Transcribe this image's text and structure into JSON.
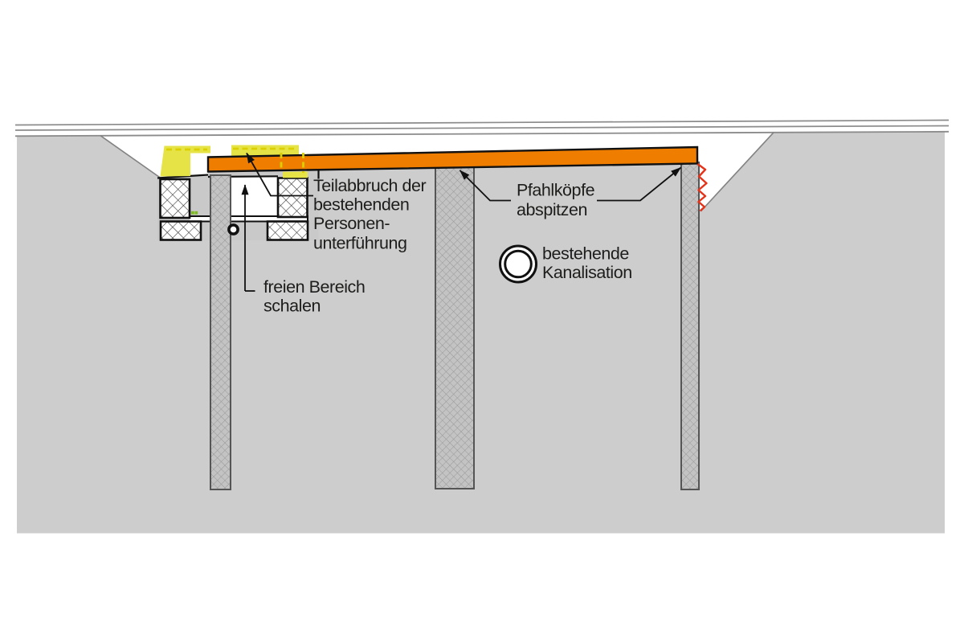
{
  "labels": {
    "teilabbruch": {
      "lines": [
        "Teilabbruch der",
        "bestehenden",
        "Personen-",
        "unterführung"
      ]
    },
    "freier_bereich": {
      "lines": [
        "freien Bereich",
        "schalen"
      ]
    },
    "pfahlkoepfe": {
      "lines": [
        "Pfahlköpfe",
        "abspitzen"
      ]
    },
    "kanalisation": {
      "lines": [
        "bestehende",
        "Kanalisation"
      ]
    }
  },
  "colors": {
    "orange": "#ee7d00",
    "yellow": "#e6e346",
    "ydash": "#dccf00",
    "red": "#e5331a",
    "green": "#7fb928",
    "terrain": "#cdcdcd",
    "structure": "#c9c9c9",
    "pilefill": "#c3c3c3",
    "pilehatch": "#989898",
    "pilestroke": "#555555",
    "hatchline": "#3a3a3a",
    "outline": "#111111",
    "ink": "#1d1d1b",
    "surfaceline": "#8b8b8b",
    "slopeline": "#828282"
  }
}
